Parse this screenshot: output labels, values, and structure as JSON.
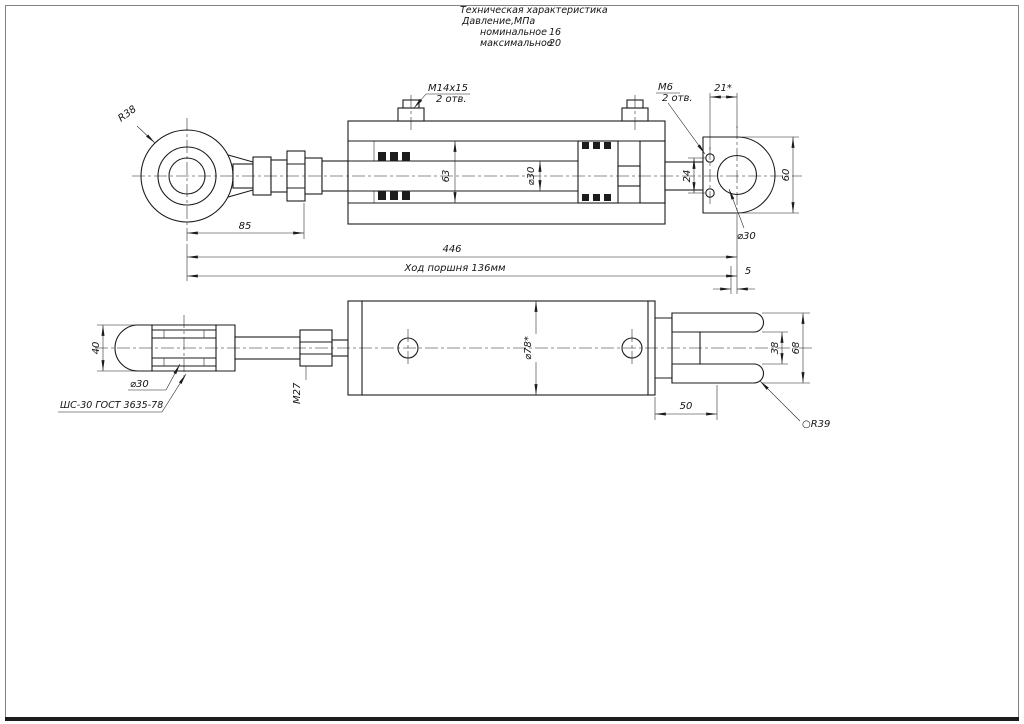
{
  "spec": {
    "title": "Техническая характеристика",
    "pressure_label": "Давление,МПа",
    "rows": [
      {
        "label": "номинальное",
        "value": "16"
      },
      {
        "label": "максимальное",
        "value": "20"
      }
    ]
  },
  "top_view": {
    "eye_radius": "R38",
    "port_thread": "M14x15",
    "port_qty": "2 отв.",
    "bolt_thread": "M6",
    "bolt_qty": "2 отв.",
    "dim_21": "21*",
    "dim_bore": "63",
    "dim_rod_dia": "⌀30",
    "dim_24": "24",
    "dim_60": "60",
    "dim_hole_dia": "⌀30",
    "dim_85": "85",
    "dim_446": "446",
    "stroke_note": "Ход поршня 136мм",
    "dim_5": "5"
  },
  "bottom_view": {
    "dim_40": "40",
    "dim_bore_dia": "⌀30",
    "bearing_spec": "ШС-30 ГОСТ 3635-78",
    "rod_thread": "М27",
    "dim_body_dia": "⌀78*",
    "dim_38": "38",
    "dim_68": "68",
    "dim_50": "50",
    "dim_r39": "○R39"
  }
}
